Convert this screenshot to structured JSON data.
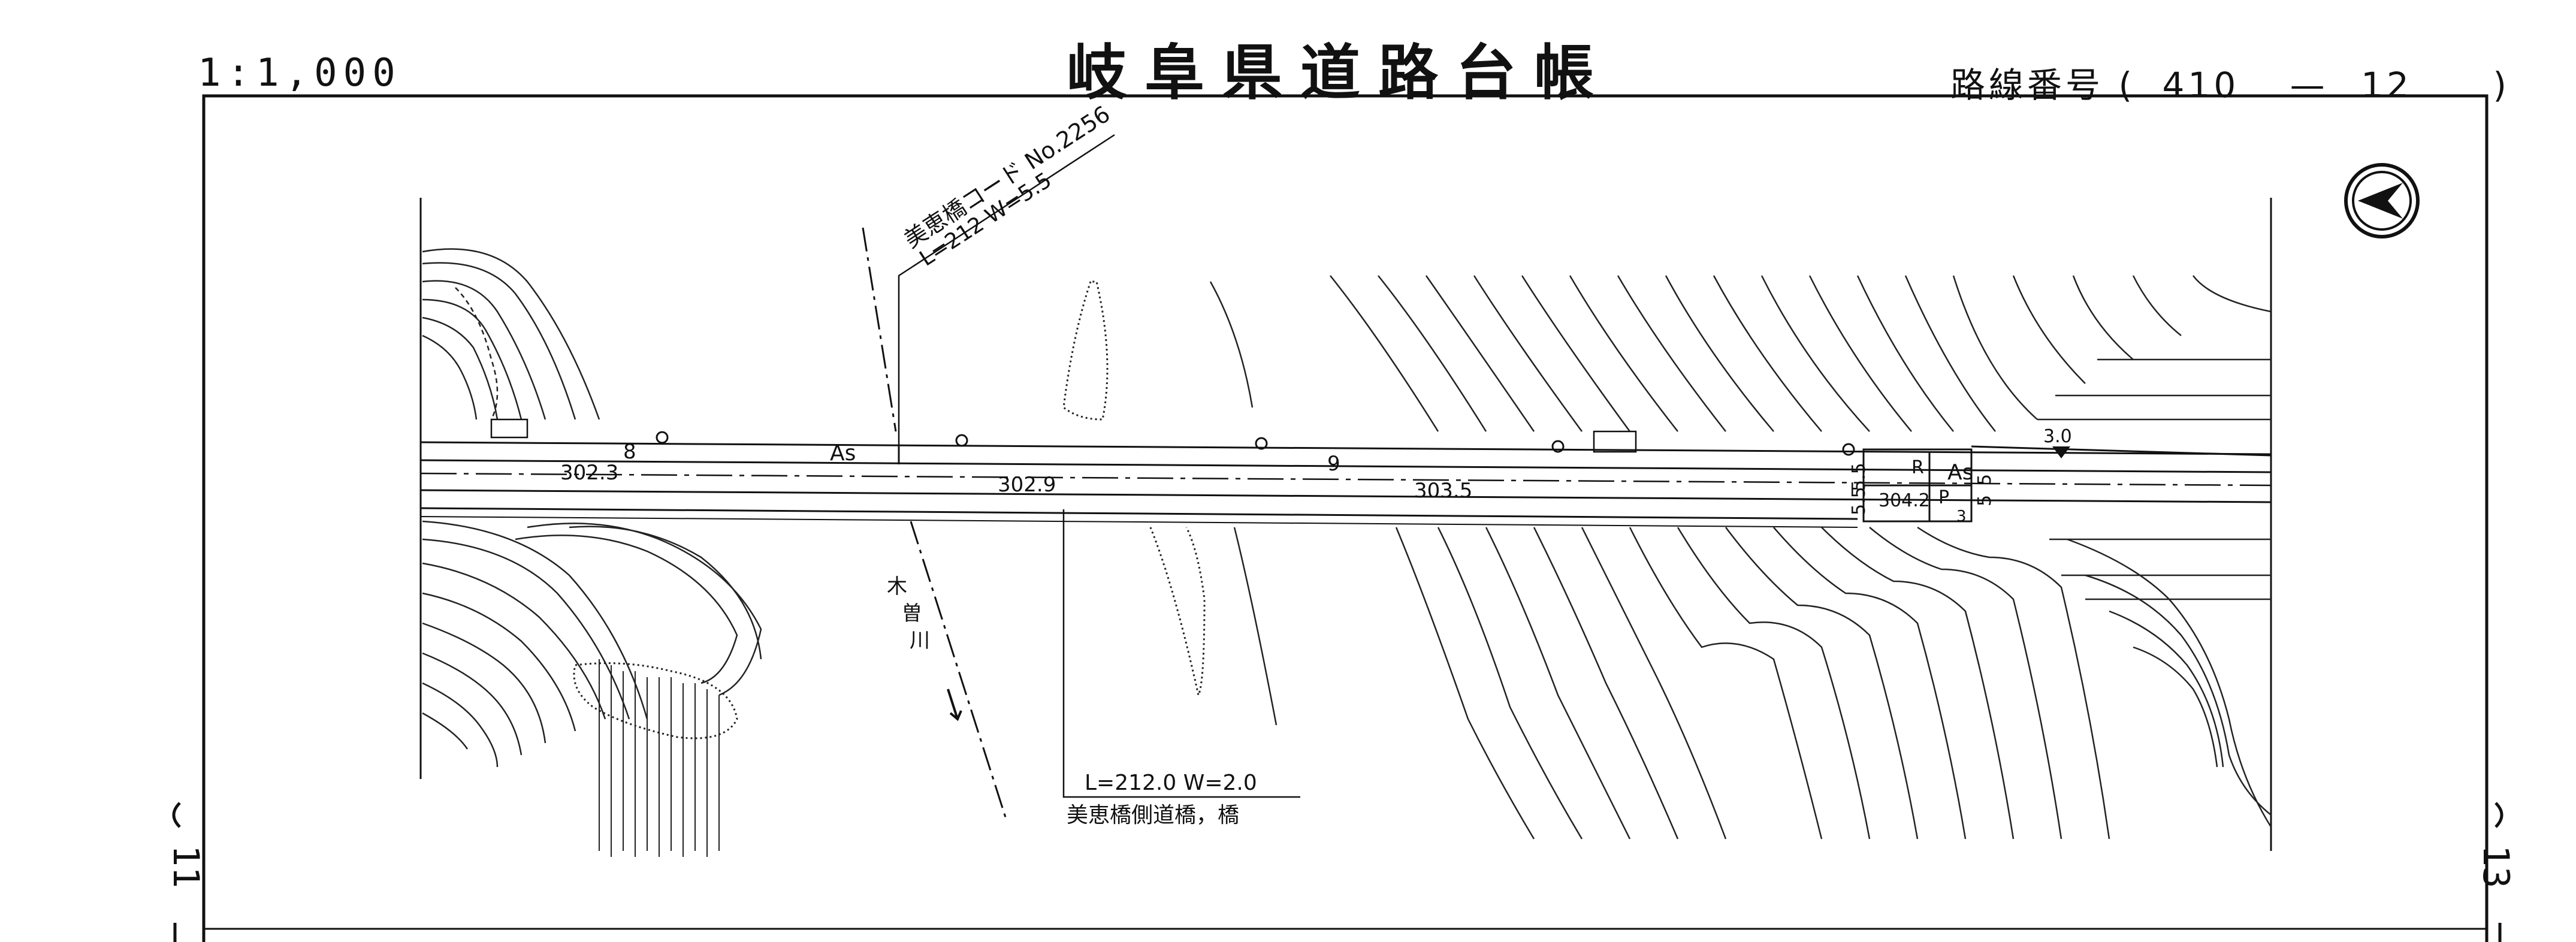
{
  "header": {
    "scale": "1:1,000",
    "title": "岐阜県道路台帳",
    "route_label": "路線番号",
    "route_open": "(",
    "route_number": "410",
    "route_dash": "—",
    "route_sub": "12",
    "route_close": ")"
  },
  "side_pages": {
    "left": "11",
    "right": "13"
  },
  "map": {
    "bridge_code_label": "美恵橋コード No.2256",
    "bridge_dims": "L=212   W=5.5",
    "surface_left": "As",
    "surface_right": "As",
    "station_8": "8",
    "station_9": "9",
    "elev_1": "302.3",
    "elev_2": "302.9",
    "elev_3": "303.5",
    "elev_4": "304.2",
    "width_1": "5.5",
    "width_2": "5.5",
    "width_3": "5",
    "width_4": "5",
    "label_R": "R",
    "label_P": "P",
    "label_3": "3",
    "mark_3_0": "3.0",
    "river_chars": [
      "木",
      "曽",
      "川"
    ],
    "side_bridge_dims": "L=212.0   W=2.0",
    "side_bridge_name": "美恵橋側道橋，橋"
  }
}
